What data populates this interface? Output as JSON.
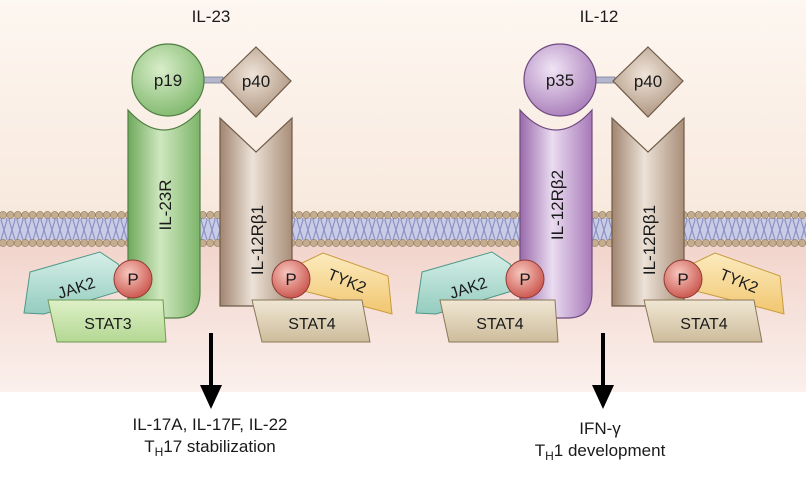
{
  "panels": [
    {
      "id": "il23",
      "title": "IL-23",
      "ligand": {
        "alpha_subunit": "p19",
        "beta_subunit": "p40"
      },
      "receptors": {
        "primary": "IL-23R",
        "secondary": "IL-12Rβ1"
      },
      "left_kinase": "JAK2",
      "right_kinase": "TYK2",
      "phospho_label": "P",
      "left_stat": "STAT3",
      "right_stat": "STAT4",
      "output_line1": "IL-17A, IL-17F, IL-22",
      "output_line2_prefix": "T",
      "output_line2_sub": "H",
      "output_line2_rest": "17 stabilization",
      "colors": {
        "alpha": "#8fc47a",
        "receptor": "#8cc278",
        "stat": "#c8e3a8"
      }
    },
    {
      "id": "il12",
      "title": "IL-12",
      "ligand": {
        "alpha_subunit": "p35",
        "beta_subunit": "p40"
      },
      "receptors": {
        "primary": "IL-12Rβ2",
        "secondary": "IL-12Rβ1"
      },
      "left_kinase": "JAK2",
      "right_kinase": "TYK2",
      "phospho_label": "P",
      "left_stat": "STAT4",
      "right_stat": "STAT4",
      "output_line1": "IFN-γ",
      "output_line2_prefix": "T",
      "output_line2_sub": "H",
      "output_line2_rest": "1 development",
      "colors": {
        "alpha": "#b98ec4",
        "receptor": "#b48ac2",
        "stat": "#d9cbae"
      }
    }
  ],
  "palette": {
    "extracellular": "#fbf0e6",
    "cytoplasm": "#f3d8d0",
    "membrane_head": "#b9a488",
    "membrane_tail": "#a9aed4",
    "p40": "#a98e78",
    "il12rb1": "#b49a84",
    "jak2": "#a8d8cc",
    "tyk2": "#f7d68e",
    "phospho": "#d4675e"
  }
}
